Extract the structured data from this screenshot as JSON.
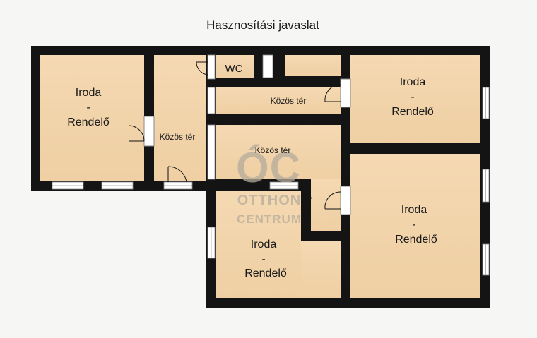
{
  "title": "Hasznosítási javaslat",
  "rooms": {
    "office_top_left": {
      "line1": "Iroda",
      "line2": "-",
      "line3": "Rendelő"
    },
    "office_top_right": {
      "line1": "Iroda",
      "line2": "-",
      "line3": "Rendelő"
    },
    "office_bottom_right": {
      "line1": "Iroda",
      "line2": "-",
      "line3": "Rendelő"
    },
    "office_bottom_middle": {
      "line1": "Iroda",
      "line2": "-",
      "line3": "Rendelő"
    },
    "common_left": "Közös tér",
    "common_top": "Közös tér",
    "common_middle": "Közös tér",
    "wc": "WC"
  },
  "watermark": {
    "line1": "OTTHON",
    "line2": "CENTRUM",
    "logo": "ÓC"
  },
  "colors": {
    "floor": "#f3d5ac",
    "wall": "#141414",
    "window": "#ffffff",
    "watermark": "#b5ab9c"
  }
}
